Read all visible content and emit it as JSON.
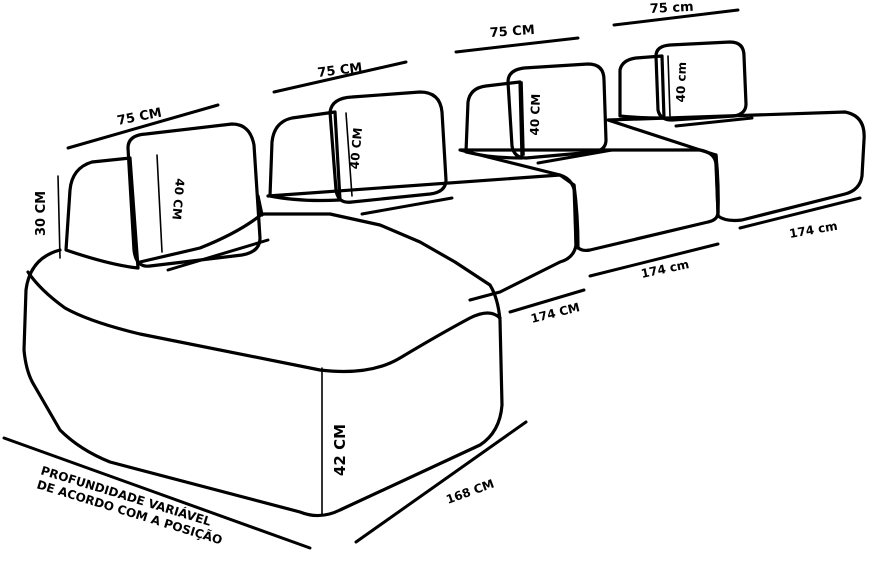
{
  "labels": {
    "back_width_1": "75 CM",
    "back_width_2": "75 CM",
    "back_width_3": "75 CM",
    "back_width_4": "75 cm",
    "cushion_height_1": "40 CM",
    "cushion_height_2": "40 CM",
    "cushion_height_3": "40 CM",
    "cushion_height_4": "40 cm",
    "back_height": "30 CM",
    "seat_height": "42 CM",
    "chaise_length": "168 CM",
    "module_length_1": "174 CM",
    "module_length_2": "174 cm",
    "module_length_3": "174 cm",
    "note_line_1": "PROFUNDIDADE VARIÁVEL",
    "note_line_2": "DE ACORDO COM A POSIÇÃO"
  }
}
